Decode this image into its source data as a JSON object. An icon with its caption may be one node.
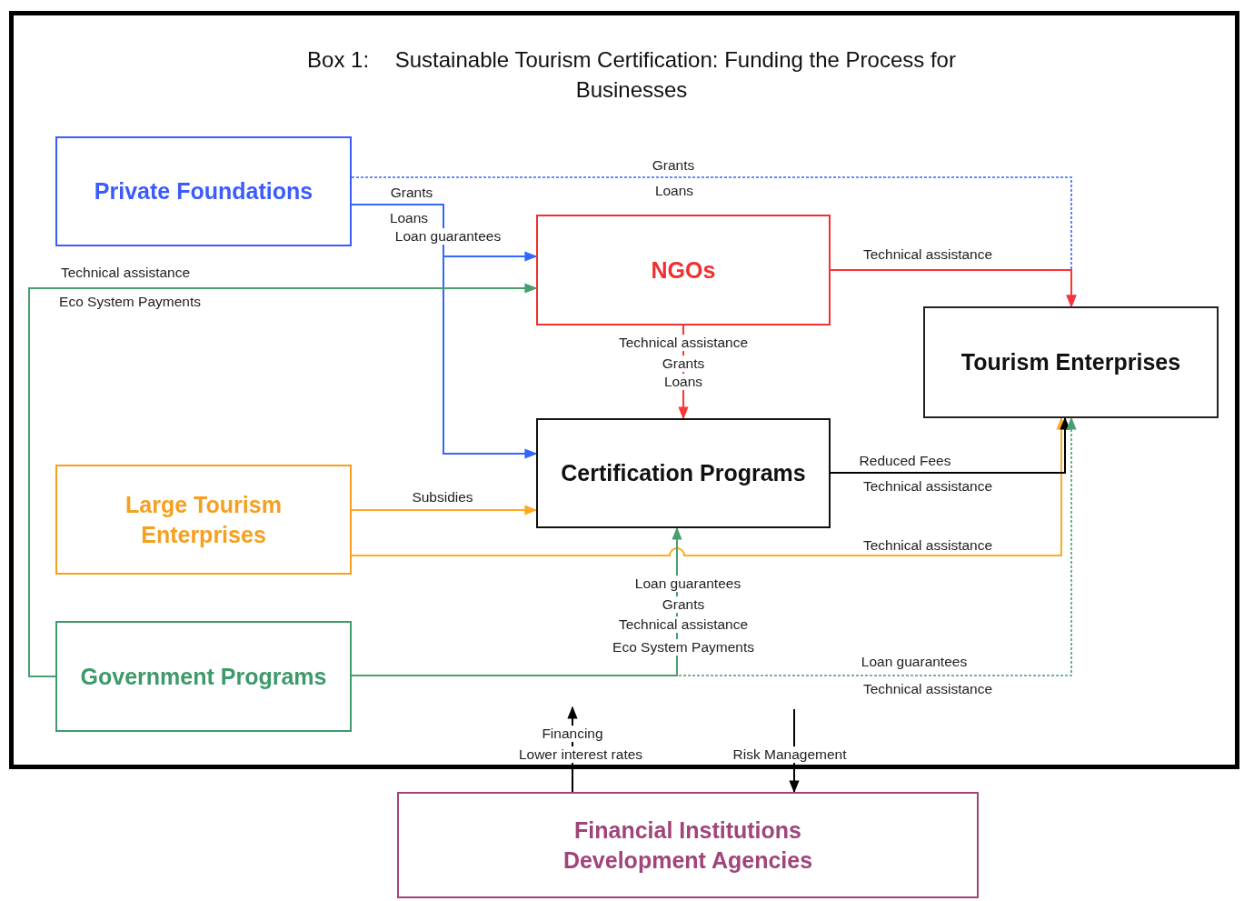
{
  "diagram": {
    "nodes": [
      {
        "text": [
          "Box 1:",
          "Sustainable Tourism Certification: Funding the Process for Businesses"
        ]
      },
      {
        "text": [
          "Private Foundations"
        ],
        "in": 0
      },
      {
        "text": [
          "NGOs"
        ],
        "in": 0
      },
      {
        "text": [
          "Tourism Enterprises"
        ],
        "in": 0
      },
      {
        "text": [
          "Certification Programs"
        ],
        "in": 0
      },
      {
        "text": [
          "Large Tourism Enterprises"
        ],
        "in": 0
      },
      {
        "text": [
          "Government Programs"
        ],
        "in": 0
      },
      {
        "text": [
          "Financial Institutions Development Agencies"
        ]
      }
    ],
    "edges": [
      {
        "from": 1,
        "to": 3,
        "arrow": "to",
        "label": "Grants",
        "style": "dashed",
        "color": "#3366ff"
      },
      {
        "from": 1,
        "to": 2,
        "arrow": "to",
        "label": "Grants",
        "color": "#3366ff"
      },
      {
        "from": 1,
        "to": 4,
        "arrow": "to",
        "color": "#3366ff"
      },
      {
        "from": 6,
        "to": 2,
        "arrow": "to",
        "label": "Technical assistance",
        "color": "#4a9e6e"
      },
      {
        "from": 2,
        "to": 3,
        "arrow": "to",
        "label": "Technical assistance",
        "color": "#ff3333"
      },
      {
        "from": 2,
        "to": 4,
        "arrow": "to",
        "label": "Technical assistance",
        "color": "#ff3333"
      },
      {
        "from": 5,
        "to": 4,
        "arrow": "to",
        "label": "Subsidies",
        "color": "#ffaa22"
      },
      {
        "from": 5,
        "to": 3,
        "arrow": "to",
        "label": "Technical assistance",
        "color": "#ffaa22"
      },
      {
        "from": 4,
        "to": 3,
        "arrow": "to",
        "label": "Reduced Fees",
        "color": "#000000"
      },
      {
        "from": 6,
        "to": 4,
        "arrow": "to",
        "label": "Loan guarantees",
        "color": "#4a9e6e"
      },
      {
        "from": 6,
        "to": 3,
        "arrow": "to",
        "label": "Loan guarantees",
        "style": "dashed",
        "color": "#4a9e6e"
      },
      {
        "from": 7,
        "to": null,
        "arrow": "to",
        "label": "Financing",
        "color": "#000000"
      },
      {
        "from": null,
        "to": 7,
        "arrow": "to",
        "label": "Risk Management",
        "color": "#000000"
      }
    ],
    "labels": [
      "Loans",
      "Loans",
      "Loan guarantees",
      "Eco System Payments",
      "Grants",
      "Loans",
      "Technical assistance",
      "Grants",
      "Technical assistance",
      "Eco System Payments",
      "Technical assistance",
      "Lower interest rates"
    ]
  }
}
